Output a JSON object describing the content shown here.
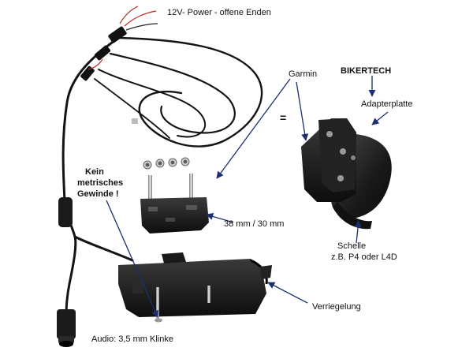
{
  "labels": {
    "power": "12V- Power - offene Enden",
    "garmin": "Garmin",
    "bikertech": "BIKERTECH",
    "adapter": "Adapterplatte",
    "equals": "=",
    "kein_line1": "Kein",
    "kein_line2": "metrisches",
    "kein_line3": "Gewinde !",
    "mm": "38 mm / 30 mm",
    "schelle_line1": "Schelle",
    "schelle_line2": "z.B. P4 oder L4D",
    "verriegelung": "Verriegelung",
    "audio": "Audio: 3,5 mm Klinke"
  },
  "colors": {
    "arrow": "#1c2f6e",
    "part_dark": "#1a1a1a",
    "cable": "#141414",
    "wire_red": "#c0281c"
  }
}
